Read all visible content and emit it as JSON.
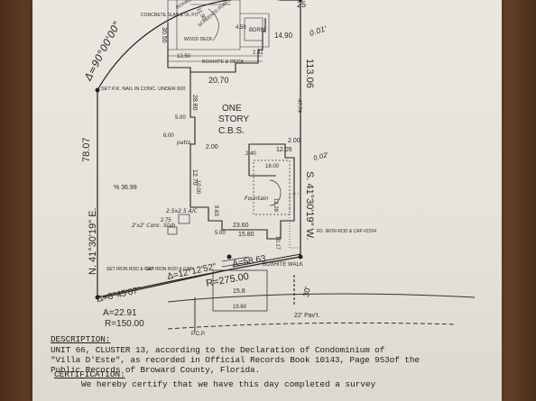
{
  "plat": {
    "arc_label": "Δ=90°00'00\"",
    "top_right_mark": "25",
    "label_0_01": "0.01'",
    "label_14_90": "14.90",
    "label_20_70": "20.70",
    "label_30_50": "30.50",
    "label_concrete": "CONCRETE SLAB & OL PIT",
    "label_boxwood": "BOXWOOD",
    "label_screened": "SCREENED PORCH",
    "label_bdrm": "BDRM",
    "label_11_90": "11.90",
    "label_12_50": "12.50",
    "label_4_50": "4.50",
    "label_2_41": "2.41",
    "label_boxhite": "BOXHITE & DECK",
    "label_wood_deck": "WOOD DECK",
    "label_set_nail": "SET P.K. NAIL IN CONC. UNDER 600",
    "label_one": "ONE",
    "label_story": "STORY",
    "label_cbs": "C.B.S.",
    "label_28_80": "28.80",
    "label_5_00": "5.00",
    "label_6_00": "6.00",
    "label_2_00a": "2.00",
    "label_patio": "patio",
    "label_12_70": "12.70",
    "label_90_36_99": "%  36.99",
    "label_78_07": "78.07",
    "bearing_left": "N. 41°30'19\" E.",
    "bearing_right": "S. 41°30'19\" W.",
    "label_113_06": "113.06",
    "label_47_74": "47.74",
    "label_2_00b": "2.00",
    "label_12_05": "12.05",
    "label_0_02": "0.02'",
    "label_2_40": "2.40",
    "label_18_00": "18.00",
    "label_fountain": "Fountain",
    "label_12_28": "12.28",
    "label_2_5x2": "2.5x2.5 A/C",
    "label_2x2": "2'x2' Conc. Slab",
    "label_10_00": "10.00",
    "label_9_63": "9.63",
    "label_2_75": "2.75",
    "label_15_80": "15.80",
    "label_23_60": "23.60",
    "label_10_17": "10.17",
    "label_5_00b": "5.00",
    "label_fd_iron": "FD. IRON ROD & CAP #2204",
    "label_set_iron_left": "SET IRON ROD & CAP",
    "label_set_iron_mid": "SET IRON ROD & CAP",
    "label_boxhite_walk": "BOXHITE WALK",
    "arc1_delta": "Δ=8°45'07\"",
    "arc1_a": "A=22.91",
    "arc1_r": "R=150.00",
    "arc2_delta": "Δ=12°12'52\"",
    "arc2_a": "A=58.63",
    "arc2_r": "R=275.00",
    "label_30": "30'",
    "label_15_8": "15.8",
    "label_19_60": "19.60",
    "label_22_pavt": "22' Pav't.",
    "label_pcp": "P.C.P."
  },
  "description": {
    "heading": "DESCRIPTION:",
    "lines": [
      "UNIT 66, CLUSTER 13, according to the Declaration of Condominium of",
      "\"Villa D'Este\", as recorded in Official Records Book 10143, Page 953of the",
      "Public Records of Broward County, Florida."
    ]
  },
  "certification": {
    "heading": "CERTIFICATION:",
    "line": "We hereby certify that we have this day completed a survey"
  }
}
